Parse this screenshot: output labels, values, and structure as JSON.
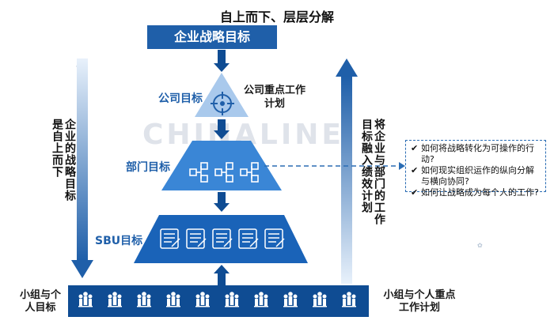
{
  "diagram": {
    "top_caption": "自上而下、层层分解",
    "top_box": "企业战略目标",
    "left_vertical_text": "企业的战略目标是自上而下",
    "right_vertical_text": "将企业与部门的工作目标融入绩效计划",
    "levels": [
      {
        "label": "公司目标",
        "side_note": "公司重点工作计划",
        "icon": "crosshair-icon"
      },
      {
        "label": "部门目标",
        "icon": "org-chart-icon"
      },
      {
        "label": "SBU目标",
        "icon": "checklist-icon"
      }
    ],
    "bottom_left_label": "小组与个人目标",
    "bottom_right_label": "小组与个人重点工作计划",
    "questions": [
      "如何将战略转化为可操作的行动?",
      "如何现实组织运作的纵向分解与横向协同?",
      "如何让战略成为每个人的工作?"
    ],
    "watermark": "CHINALINE",
    "colors": {
      "dark_blue": "#0f4c93",
      "mid_blue": "#2a73c9",
      "light_blue": "#a9c9ec",
      "accent": "#1f5fa9"
    }
  }
}
